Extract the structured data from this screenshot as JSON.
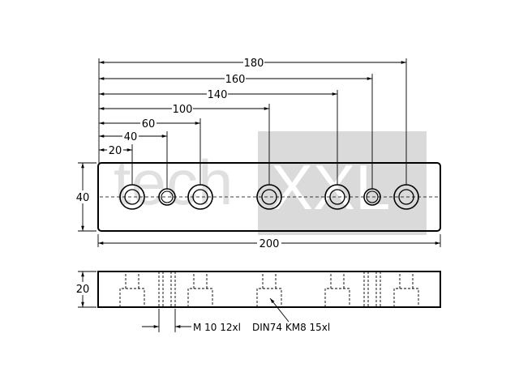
{
  "watermark": {
    "brand": "tech",
    "brand_suffix": "XXL",
    "text_color": "#e0e0e0",
    "box_color": "#dadada",
    "box_text_color": "#ffffff"
  },
  "dimensions": {
    "d20": "20",
    "d40": "40",
    "d60": "60",
    "d100": "100",
    "d140": "140",
    "d160": "160",
    "d180": "180",
    "length": "200",
    "width": "40",
    "height": "20"
  },
  "notes": {
    "thread": "M 10 12xl",
    "counterbore": "DIN74 KM8 15xl"
  },
  "colors": {
    "line": "#000000",
    "background": "#ffffff"
  }
}
